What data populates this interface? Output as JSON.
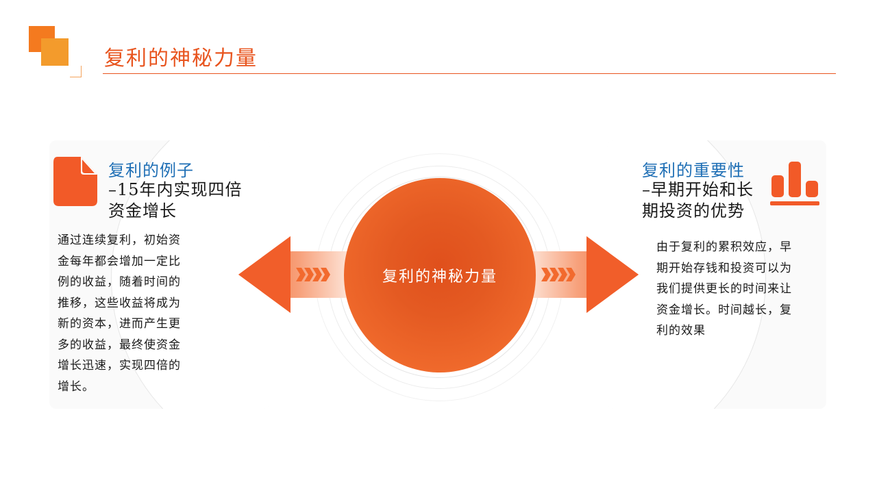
{
  "header": {
    "title": "复利的神秘力量"
  },
  "center": {
    "label": "复利的神秘力量"
  },
  "left": {
    "heading": "复利的例子",
    "subheading_lines": [
      "–15年内实现四倍",
      "资金增长"
    ],
    "body_lines": [
      "通过连续复利，初始资",
      "金每年都会增加一定比",
      "例的收益，随着时间的",
      "推移，这些收益将成为",
      "新的资本，进而产生更",
      "多的收益，最终使资金",
      "增长迅速，实现四倍的",
      "增长。"
    ]
  },
  "right": {
    "heading": "复利的重要性",
    "subheading_lines": [
      "–早期开始和长",
      "期投资的优势"
    ],
    "body_lines": [
      "由于复利的累积效应，早",
      "期开始存钱和投资可以为",
      "我们提供更长的时间来让",
      "资金增长。时间越长，复",
      "利的效果"
    ]
  },
  "colors": {
    "accent": "#e8541e",
    "heading_blue": "#1f6fb5",
    "arrow_orange": "#f05a28"
  },
  "icons": {
    "left": "document-icon",
    "right": "bar-chart-icon"
  }
}
